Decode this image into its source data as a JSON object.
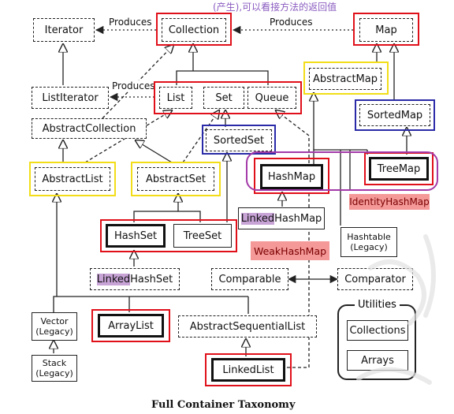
{
  "note": "(产生),可以看接方法的返回值",
  "caption": "Full Container Taxonomy",
  "produces_label": "Produces",
  "nodes": {
    "iterator": "Iterator",
    "collection": "Collection",
    "map": "Map",
    "list_iterator": "ListIterator",
    "list": "List",
    "set": "Set",
    "queue": "Queue",
    "abstract_map": "AbstractMap",
    "sorted_map": "SortedMap",
    "abstract_collection": "AbstractCollection",
    "sorted_set": "SortedSet",
    "abstract_list": "AbstractList",
    "abstract_set": "AbstractSet",
    "hash_map": "HashMap",
    "tree_map": "TreeMap",
    "identity_hash_map": "IdentityHashMap",
    "linked_hash_map_prefix": "Linked",
    "linked_hash_map_suffix": "HashMap",
    "hash_set": "HashSet",
    "tree_set": "TreeSet",
    "weak_hash_map": "WeakHashMap",
    "hashtable_line1": "Hashtable",
    "hashtable_line2": "(Legacy)",
    "linked_hash_set_prefix": "Linked",
    "linked_hash_set_suffix": "HashSet",
    "comparable": "Comparable",
    "comparator": "Comparator",
    "vector_line1": "Vector",
    "vector_line2": "(Legacy)",
    "array_list": "ArrayList",
    "abstract_sequential_list": "AbstractSequentialList",
    "stack_line1": "Stack",
    "stack_line2": "(Legacy)",
    "linked_list": "LinkedList",
    "utilities": "Utilities",
    "collections": "Collections",
    "arrays": "Arrays"
  },
  "colors": {
    "highlight_red": "#e0101a",
    "highlight_yellow": "#f2dd18",
    "highlight_blue": "#2a2aa8",
    "highlight_purple": "#a33aa8",
    "fill_pink": "#f49898",
    "fill_lavender": "#c7a3d6"
  }
}
